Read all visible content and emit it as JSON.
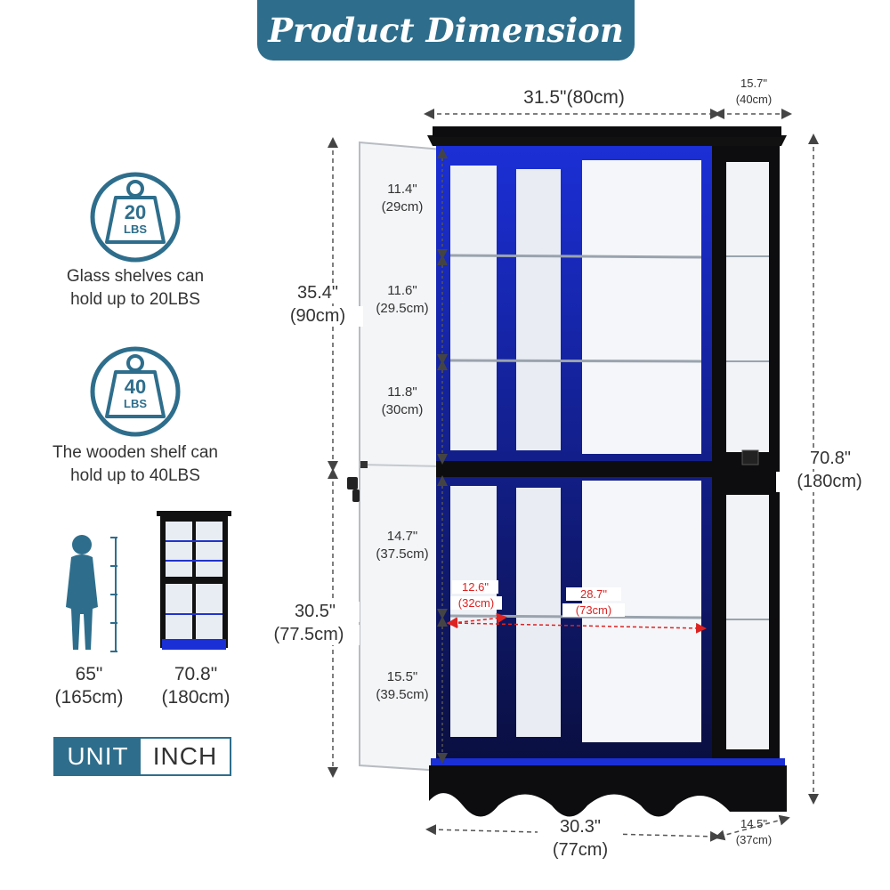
{
  "header": {
    "title": "Product Dimension"
  },
  "badges": [
    {
      "weight": "20",
      "unit": "LBS",
      "caption_line1": "Glass shelves can",
      "caption_line2": "hold up to 20LBS"
    },
    {
      "weight": "40",
      "unit": "LBS",
      "caption_line1": "The wooden shelf can",
      "caption_line2": "hold up to 40LBS"
    }
  ],
  "comparison": {
    "person_height_in": "65\"",
    "person_height_cm": "(165cm)",
    "cabinet_height_in": "70.8\"",
    "cabinet_height_cm": "(180cm)"
  },
  "unit_label": {
    "left": "UNIT",
    "right": "INCH"
  },
  "dimensions": {
    "top_width": "31.5\"(80cm)",
    "top_depth_in": "15.7\"",
    "top_depth_cm": "(40cm)",
    "total_height_in": "70.8\"",
    "total_height_cm": "(180cm)",
    "upper_height_in": "35.4\"",
    "upper_height_cm": "(90cm)",
    "lower_height_in": "30.5\"",
    "lower_height_cm": "(77.5cm)",
    "shelf1_in": "11.4\"",
    "shelf1_cm": "(29cm)",
    "shelf2_in": "11.6\"",
    "shelf2_cm": "(29.5cm)",
    "shelf3_in": "11.8\"",
    "shelf3_cm": "(30cm)",
    "shelf4_in": "14.7\"",
    "shelf4_cm": "(37.5cm)",
    "shelf5_in": "15.5\"",
    "shelf5_cm": "(39.5cm)",
    "inner_depth_in": "12.6\"",
    "inner_depth_cm": "(32cm)",
    "inner_width_in": "28.7\"",
    "inner_width_cm": "(73cm)",
    "base_width_in": "30.3\"",
    "base_width_cm": "(77cm)",
    "base_depth_in": "14.5\"",
    "base_depth_cm": "(37cm)"
  },
  "colors": {
    "brand": "#2e6e8c",
    "cabinet": "#0d0d0f",
    "led": "#1b2fd6",
    "accent_red": "#dd2222"
  }
}
